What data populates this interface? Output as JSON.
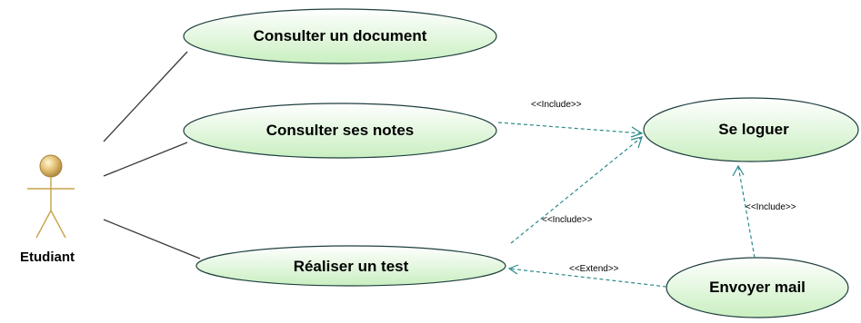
{
  "actor": {
    "name": "Etudiant"
  },
  "use_cases": {
    "consulter_document": "Consulter un document",
    "consulter_notes": "Consulter ses notes",
    "realiser_test": "Réaliser un test",
    "se_loguer": "Se loguer",
    "envoyer_mail": "Envoyer mail"
  },
  "relations": {
    "include_notes_loguer": "<<Include>>",
    "include_test_loguer": "<<Include>>",
    "include_mail_loguer": "<<Include>>",
    "extend_mail_test": "<<Extend>>"
  },
  "colors": {
    "usecase_fill_light": "#ffffff",
    "usecase_fill_dark": "#c9efc0",
    "usecase_border": "#1f3f3f",
    "dependency_line": "#2a8a8a",
    "actor_head": "#d4b060"
  }
}
